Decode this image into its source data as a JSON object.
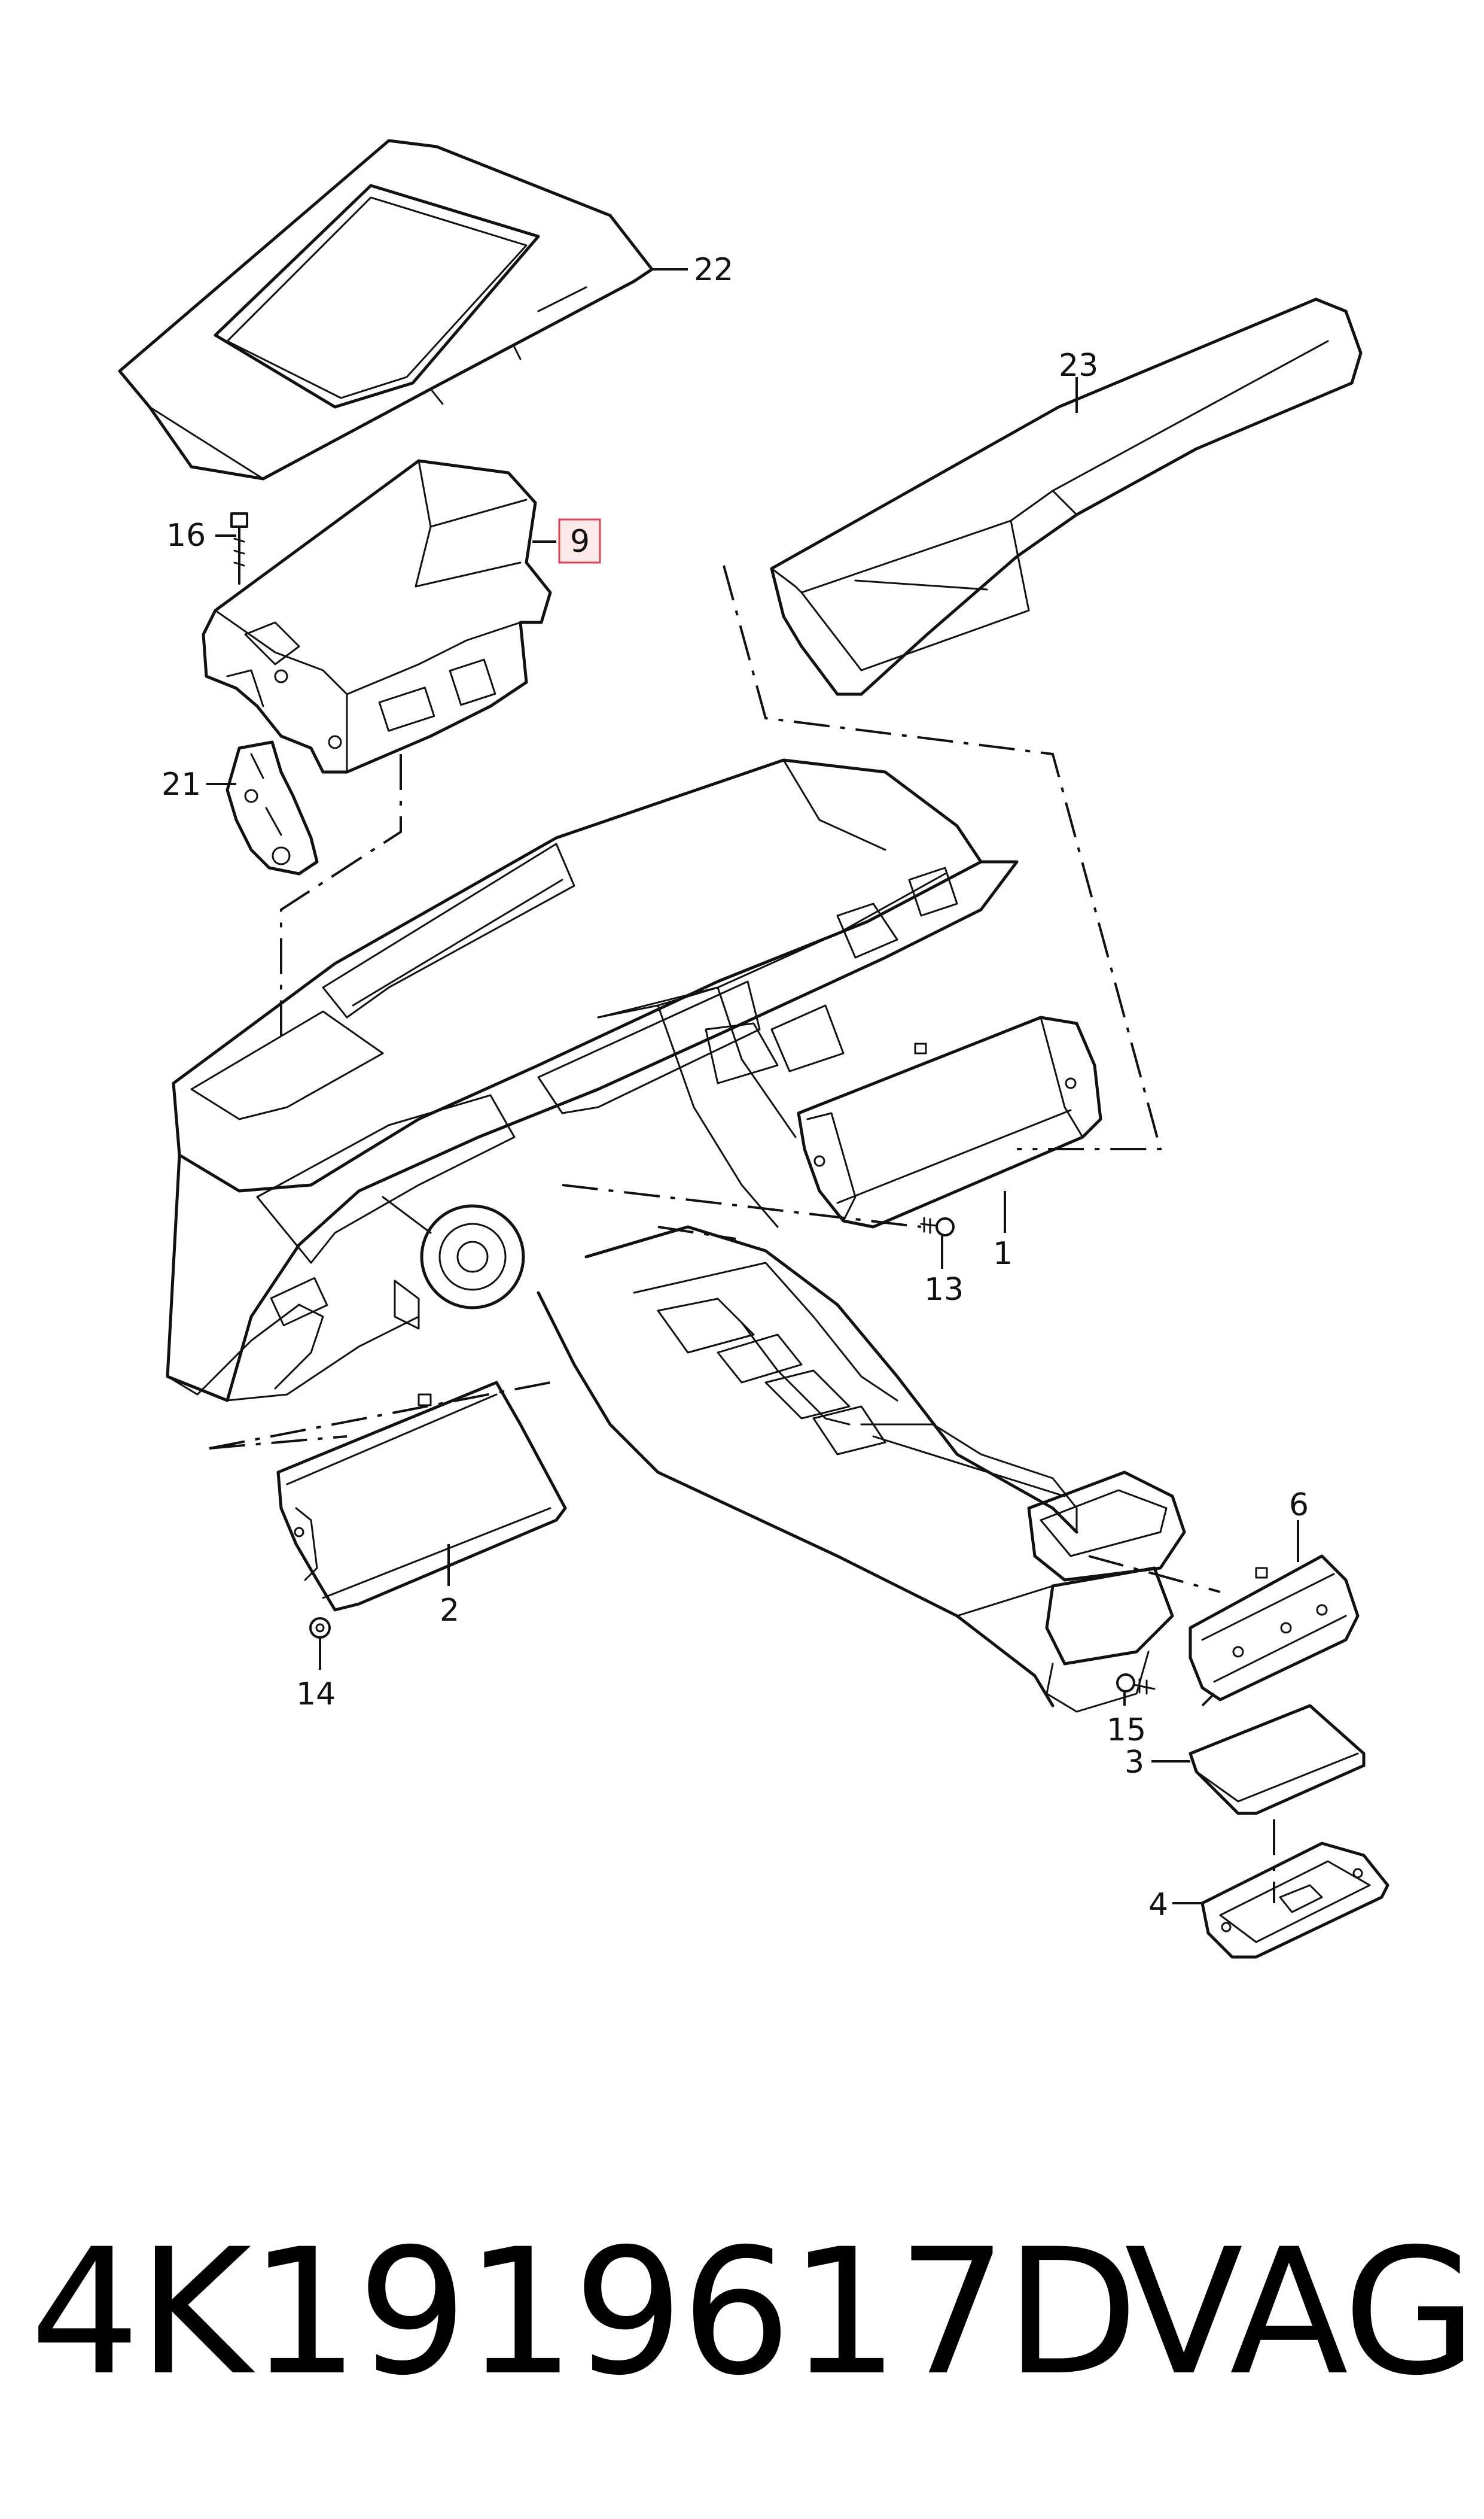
{
  "callouts": [
    {
      "id": "c22",
      "text": "22"
    },
    {
      "id": "c23",
      "text": "23"
    },
    {
      "id": "c16",
      "text": "16"
    },
    {
      "id": "c9",
      "text": "9"
    },
    {
      "id": "c21",
      "text": "21"
    },
    {
      "id": "c1",
      "text": "1"
    },
    {
      "id": "c13",
      "text": "13"
    },
    {
      "id": "c2",
      "text": "2"
    },
    {
      "id": "c14",
      "text": "14"
    },
    {
      "id": "c6",
      "text": "6"
    },
    {
      "id": "c15",
      "text": "15"
    },
    {
      "id": "c3",
      "text": "3"
    },
    {
      "id": "c4",
      "text": "4"
    }
  ],
  "highlight": {
    "callout": "9",
    "color": "#e04050",
    "fill": "#fde8ea"
  },
  "footer": {
    "part_number": "4K1919617D",
    "brand": "VAG"
  }
}
